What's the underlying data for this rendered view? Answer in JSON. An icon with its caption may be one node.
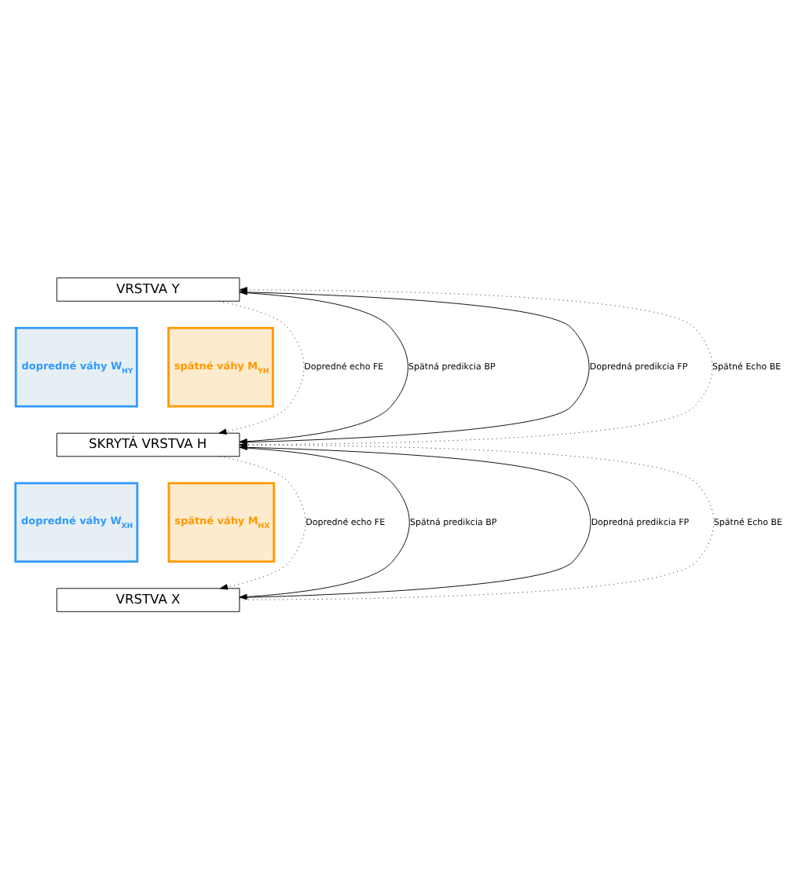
{
  "diagram": {
    "nodes": [
      {
        "text": [
          "VRSTVA Y"
        ]
      },
      {
        "text": [
          "dopredné váhy W$_{HY}$"
        ]
      },
      {
        "text": [
          "spätné váhy M$_{YH}$"
        ]
      },
      {
        "text": [
          "SKRYTÁ VRSTVA H"
        ]
      },
      {
        "text": [
          "dopredné váhy W$_{XH}$"
        ]
      },
      {
        "text": [
          "spätné váhy M$_{HX}$"
        ]
      },
      {
        "text": [
          "VRSTVA X"
        ]
      }
    ],
    "edges": [
      {
        "from": 3,
        "to": 0,
        "arrow": "to",
        "label": "Dopredná predikcia FP"
      },
      {
        "from": 0,
        "to": 3,
        "arrow": "to",
        "style": "dashed",
        "label": "Dopredné echo FE"
      },
      {
        "from": 3,
        "to": 0,
        "arrow": "to",
        "style": "dashed",
        "label": "Spätné Echo BE"
      },
      {
        "from": 0,
        "to": 3,
        "arrow": "to",
        "label": "Spätná predikcia BP"
      },
      {
        "from": 6,
        "to": 3,
        "arrow": "to",
        "label": "Dopredná predikcia FP"
      },
      {
        "from": 3,
        "to": 6,
        "arrow": "to",
        "style": "dashed",
        "label": "Dopredné echo FE"
      },
      {
        "from": 6,
        "to": 3,
        "arrow": "to",
        "style": "dashed",
        "label": "Spätné Echo BE"
      },
      {
        "from": 3,
        "to": 6,
        "arrow": "to",
        "label": "Spätná predikcia BP"
      }
    ]
  }
}
